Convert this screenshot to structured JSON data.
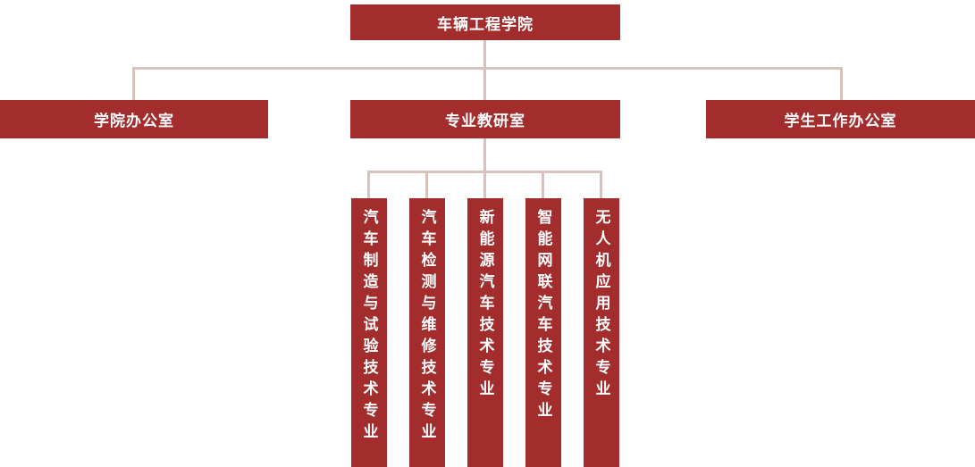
{
  "chart": {
    "type": "org-chart",
    "root": {
      "label": "车辆工程学院"
    },
    "level2": [
      {
        "label": "学院办公室"
      },
      {
        "label": "专业教研室"
      },
      {
        "label": "学生工作办公室"
      }
    ],
    "majors": [
      {
        "label": "汽车制造与试验技术专业"
      },
      {
        "label": "汽车检测与维修技术专业"
      },
      {
        "label": "新能源汽车技术专业"
      },
      {
        "label": "智能网联汽车技术专业"
      },
      {
        "label": "无人机应用技术专业"
      }
    ],
    "colors": {
      "box": "#a32c2c",
      "line": "#d8c2bc",
      "text": "#ffffff",
      "background": "#ffffff"
    }
  }
}
